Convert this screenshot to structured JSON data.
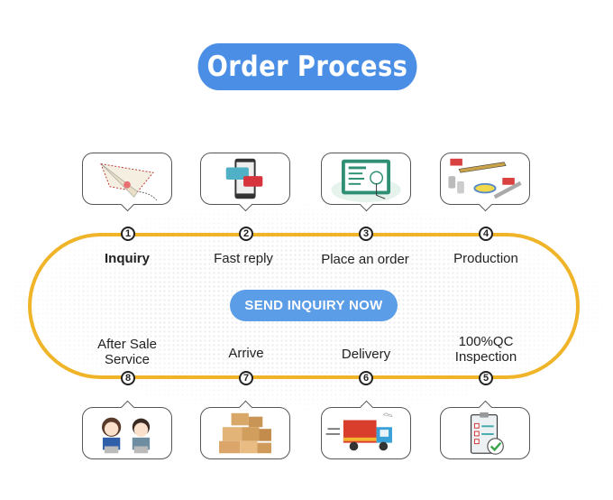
{
  "title": "Order Process",
  "cta": {
    "label": "SEND INQUIRY NOW",
    "color": "#5b9de6"
  },
  "colors": {
    "title_bg": "#4a8ee6",
    "track": "#f0b429",
    "text": "#222222"
  },
  "steps": [
    {
      "num": "1",
      "label": "Inquiry",
      "icon": "paper-plane-envelope-icon"
    },
    {
      "num": "2",
      "label": "Fast reply",
      "icon": "smartphone-chat-icon"
    },
    {
      "num": "3",
      "label": "Place an order",
      "icon": "tablet-shopping-cart-icon"
    },
    {
      "num": "4",
      "label": "Production",
      "icon": "factory-production-line-icon"
    },
    {
      "num": "5",
      "label": "100%QC Inspection",
      "line1": "100%QC",
      "line2": "Inspection",
      "icon": "clipboard-checkmark-icon"
    },
    {
      "num": "6",
      "label": "Delivery",
      "icon": "delivery-truck-icon"
    },
    {
      "num": "7",
      "label": "Arrive",
      "icon": "cardboard-boxes-icon"
    },
    {
      "num": "8",
      "label": "After Sale Service",
      "line1": "After Sale",
      "line2": "Service",
      "icon": "customer-service-agents-icon"
    }
  ]
}
